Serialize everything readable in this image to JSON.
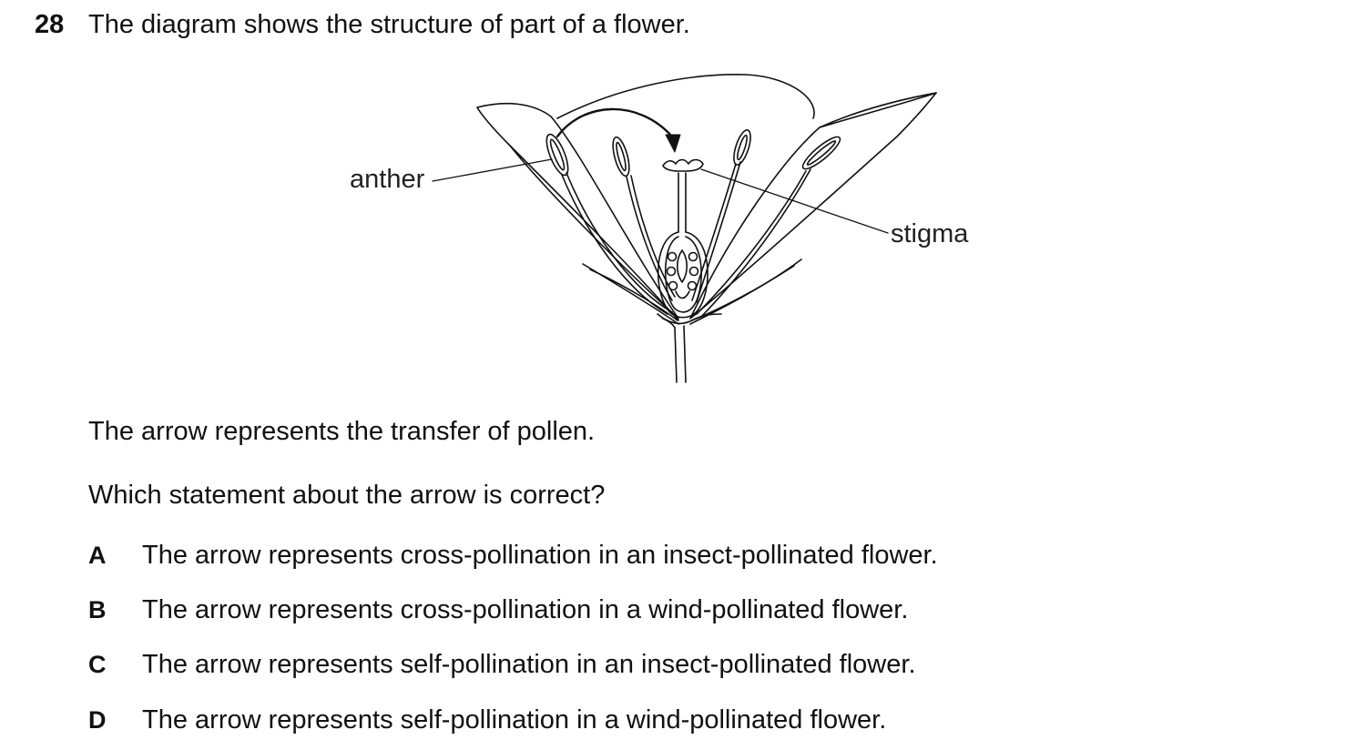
{
  "question": {
    "number": "28",
    "stem": "The diagram shows the structure of part of a flower."
  },
  "diagram": {
    "labels": {
      "anther": "anther",
      "stigma": "stigma"
    }
  },
  "body": {
    "arrow_statement": "The arrow represents the transfer of pollen.",
    "prompt": "Which statement about the arrow is correct?"
  },
  "options": [
    {
      "letter": "A",
      "text": "The arrow represents cross-pollination in an insect-pollinated flower."
    },
    {
      "letter": "B",
      "text": "The arrow represents cross-pollination in a wind-pollinated flower."
    },
    {
      "letter": "C",
      "text": "The arrow represents self-pollination in an insect-pollinated flower."
    },
    {
      "letter": "D",
      "text": "The arrow represents self-pollination in a wind-pollinated flower."
    }
  ]
}
